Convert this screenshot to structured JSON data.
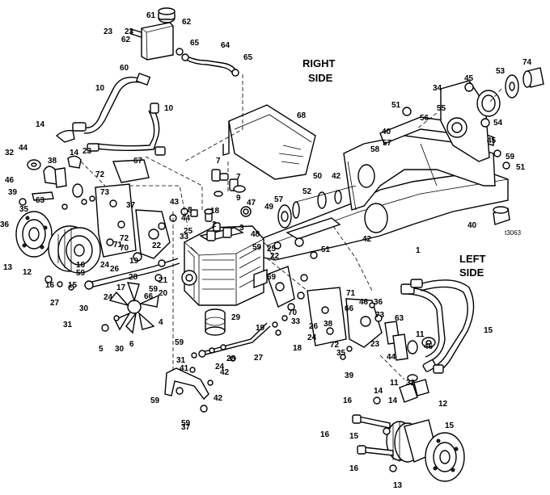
{
  "side_labels": {
    "right_line1": "RIGHT",
    "right_line2": "SIDE",
    "left_line1": "LEFT",
    "left_line2": "SIDE"
  },
  "figure_number": "t3063",
  "callouts": [
    "61",
    "23",
    "62",
    "23",
    "62",
    "60",
    "65",
    "64",
    "65",
    "10",
    "10",
    "68",
    "53",
    "74",
    "34",
    "45",
    "55",
    "51",
    "56",
    "54",
    "45",
    "40",
    "58",
    "57",
    "59",
    "51",
    "40",
    "14",
    "14",
    "32",
    "44",
    "46",
    "39",
    "38",
    "23",
    "67",
    "7",
    "7",
    "9",
    "47",
    "50",
    "52",
    "42",
    "49",
    "57",
    "63",
    "35",
    "36",
    "73",
    "72",
    "37",
    "43",
    "44",
    "8",
    "18",
    "25",
    "48",
    "51",
    "42",
    "1",
    "13",
    "12",
    "16",
    "15",
    "71",
    "72",
    "22",
    "24",
    "26",
    "19",
    "28",
    "33",
    "2",
    "3",
    "59",
    "25",
    "22",
    "16",
    "59",
    "70",
    "27",
    "24",
    "31",
    "30",
    "17",
    "59",
    "66",
    "21",
    "20",
    "69",
    "4",
    "6",
    "5",
    "30",
    "26",
    "24",
    "18",
    "19",
    "70",
    "33",
    "29",
    "27",
    "31",
    "28",
    "24",
    "59",
    "42",
    "41",
    "42",
    "59",
    "59",
    "37",
    "71",
    "66",
    "38",
    "46",
    "36",
    "63",
    "73",
    "72",
    "35",
    "23",
    "39",
    "44",
    "32",
    "46",
    "11",
    "11",
    "15",
    "16",
    "14",
    "14",
    "12",
    "15",
    "16",
    "15",
    "16",
    "13"
  ]
}
